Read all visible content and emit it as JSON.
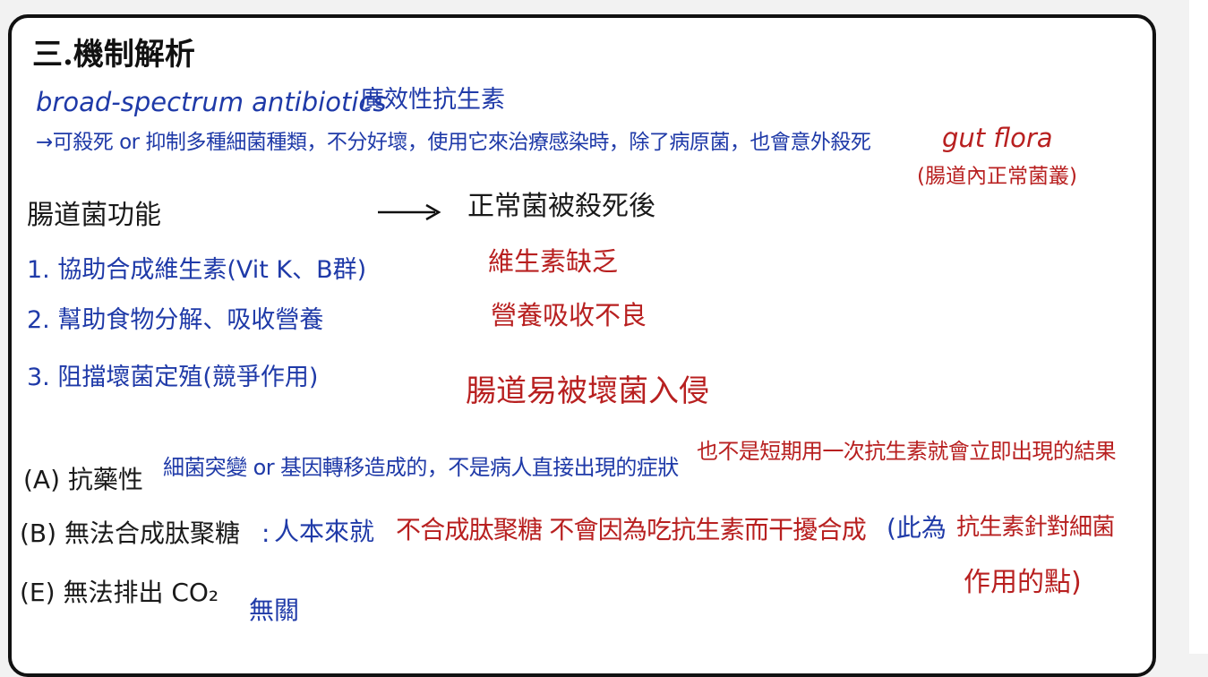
{
  "title": "三.機制解析",
  "intro": {
    "term": "broad-spectrum antibiotics",
    "term_cn": "廣效性抗生素",
    "desc": "→可殺死 or 抑制多種細菌種類，不分好壞，使用它來治療感染時，除了病原菌，也會意外殺死",
    "gut_flora": "gut flora",
    "gut_flora_note": "(腸道內正常菌叢)"
  },
  "columns": {
    "left_header": "腸道菌功能",
    "right_header": "正常菌被殺死後"
  },
  "functions": [
    {
      "left": "1. 協助合成維生素(Vit K、B群)",
      "right": "維生素缺乏"
    },
    {
      "left": "2. 幫助食物分解、吸收營養",
      "right": "營養吸收不良"
    },
    {
      "left": "3. 阻擋壞菌定殖(競爭作用)",
      "right": "腸道易被壞菌入侵"
    }
  ],
  "options": {
    "A": {
      "label": "(A) 抗藥性",
      "blue": "細菌突變 or 基因轉移造成的，不是病人直接出現的症狀",
      "red": "也不是短期用一次抗生素就會立即出現的結果"
    },
    "B": {
      "label": "(B) 無法合成肽聚糖",
      "colon": ":",
      "blue1": "人本來就",
      "red": "不合成肽聚糖 不會因為吃抗生素而干擾合成",
      "blue2": "(此為",
      "red2": "抗生素針對細菌",
      "red3": "作用的點)"
    },
    "E": {
      "label": "(E) 無法排出 CO₂",
      "blue": "無關"
    }
  },
  "colors": {
    "blue": "#1f3aa8",
    "red": "#b82020",
    "ink": "#111111"
  }
}
